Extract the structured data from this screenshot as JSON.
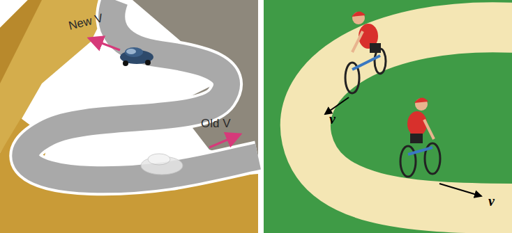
{
  "diagram": {
    "labels": [
      "New V",
      "Old V",
      "v",
      "v"
    ]
  }
}
